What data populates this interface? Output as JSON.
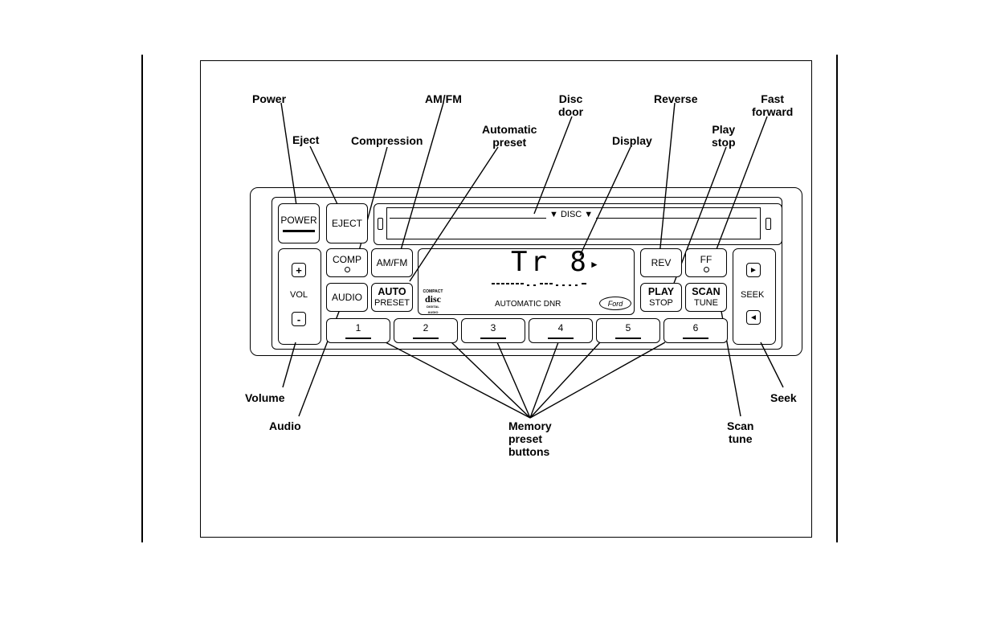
{
  "callouts": {
    "power": "Power",
    "eject": "Eject",
    "compression": "Compression",
    "amfm": "AM/FM",
    "automatic_preset": "Automatic\npreset",
    "disc_door": "Disc\ndoor",
    "display": "Display",
    "reverse": "Reverse",
    "play_stop": "Play\nstop",
    "fast_forward": "Fast\nforward",
    "volume": "Volume",
    "audio": "Audio",
    "memory_preset": "Memory\npreset\nbuttons",
    "scan_tune": "Scan\ntune",
    "seek": "Seek"
  },
  "radio": {
    "power": "POWER",
    "eject": "EJECT",
    "comp": "COMP",
    "amfm": "AM/FM",
    "audio": "AUDIO",
    "auto": "AUTO",
    "preset": "PRESET",
    "disc": "▼ DISC ▼",
    "display_track": "Tr 8",
    "display_arrow": "►",
    "display_caption": "AUTOMATIC DNR",
    "cd_logo_top": "COMPACT",
    "cd_logo_main": "disc",
    "cd_logo_bottom": "DIGITAL AUDIO",
    "ford": "Ford",
    "rev": "REV",
    "ff": "FF",
    "play": "PLAY",
    "stop": "STOP",
    "scan": "SCAN",
    "tune": "TUNE",
    "vol_plus": "+",
    "vol_label": "VOL",
    "vol_minus": "-",
    "seek_up": "►",
    "seek_label": "SEEK",
    "seek_down": "◄",
    "presets": [
      "1",
      "2",
      "3",
      "4",
      "5",
      "6"
    ]
  }
}
